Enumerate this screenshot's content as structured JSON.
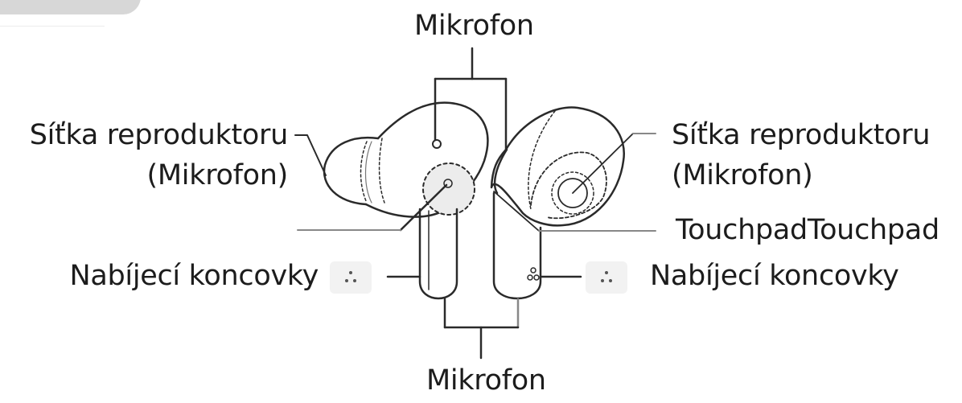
{
  "diagram": {
    "subject": "earbuds-parts",
    "labels": {
      "top_mic": "Mikrofon",
      "left_speaker_line1": "Síťka reproduktoru",
      "left_speaker_line2": "(Mikrofon)",
      "right_speaker_line1": "Síťka reproduktoru",
      "right_speaker_line2": "(Mikrofon)",
      "touchpad": "TouchpadTouchpad",
      "left_charging": "Nabíjecí koncovky",
      "right_charging": "Nabíjecí koncovky",
      "bottom_mic": "Mikrofon"
    },
    "colors": {
      "line": "#2a2a2a",
      "text": "#1c1c1c",
      "tab": "#d7d7d7",
      "pin_bg": "#f2f2f2"
    }
  }
}
